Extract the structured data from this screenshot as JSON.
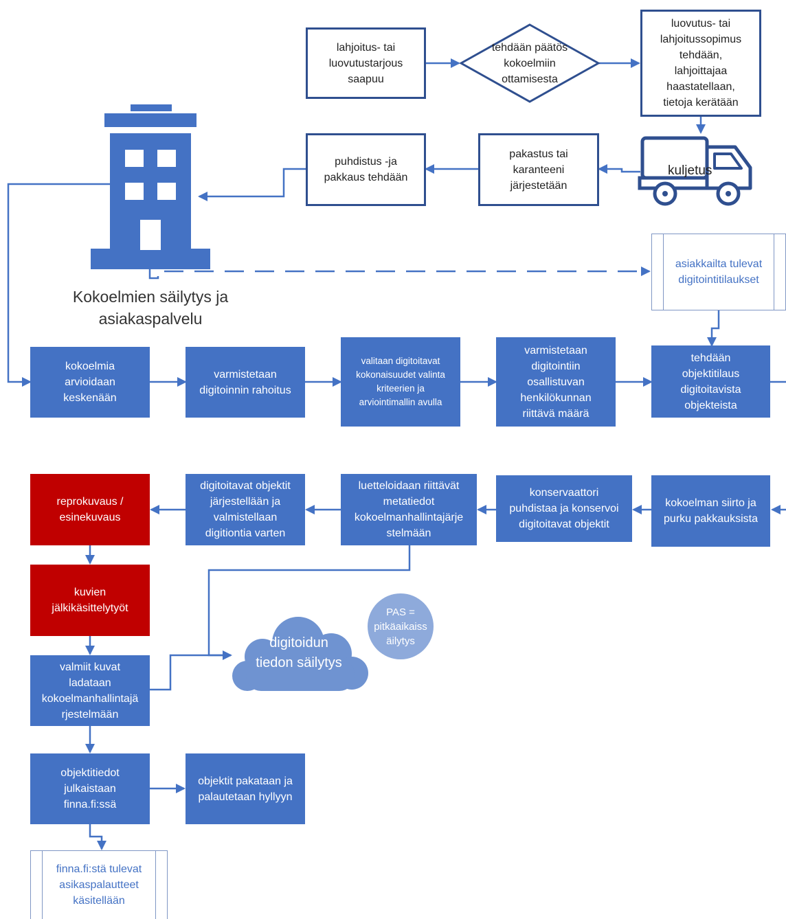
{
  "nodes": {
    "offer": "lahjoitus- tai\nluovutustarjous\nsaapuu",
    "decision": "tehdään päätös\nkokoelmiin\nottamisesta",
    "agreement": "luovutus- tai\nlahjoitussopimus\ntehdään,\nlahjoittajaa\nhaastatellaan,\ntietoja kerätään",
    "transport": "kuljetus",
    "quarantine": "pakastus tai\nkaranteeni\njärjestetään",
    "cleaning": "puhdistus -ja\npakkaus tehdään",
    "storage": "Kokoelmien säilytys ja\nasiakaspalvelu",
    "customer_orders": "asiakkailta tulevat\ndigitointitilaukset",
    "assess": "kokoelmia\narvioidaan\nkeskenään",
    "funding": "varmistetaan\ndigitoinnin rahoitus",
    "select": "valitaan digitoitavat\nkokonaisuudet valinta\nkriteerien ja\narviointimallin avulla",
    "staff": "varmistetaan\ndigitointiin\nosallistuvan\nhenkilökunnan\nriittävä määrä",
    "order": "tehdään\nobjektitilaus\ndigitoitavista\nobjekteista",
    "transfer": "kokoelman siirto ja\npurku pakkauksista",
    "conservator": "konservaattori\npuhdistaa ja konservoi\ndigitoitavat objektit",
    "catalog": "luetteloidaan riittävät\nmetatiedot\nkokoelmanhallintajärje\nstelmään",
    "arrange": "digitoitavat objektit\njärjestellään ja\nvalmistellaan\ndigitiontia varten",
    "repro": "reprokuvaus /\nesinekuvaus",
    "postprocess": "kuvien\njälkikäsittelytyöt",
    "upload": "valmiit kuvat\nladataan\nkokoelmanhallintajä\nrjestelmään",
    "publish": "objektitiedot\njulkaistaan\nfinna.fi:ssä",
    "return": "objektit pakataan ja\npalautetaan hyllyyn",
    "feedback": "finna.fi:stä tulevat\nasikaspalautteet\nkäsitellään",
    "cloud": "digitoidun\ntiedon säilytys",
    "pas": "PAS =\npitkäaikaiss\näilytys"
  },
  "colors": {
    "blue": "#4472c4",
    "red": "#c00000",
    "navy": "#2f4f8f",
    "cloud": "#6f93d1",
    "pas": "#8eaadb"
  },
  "icons": [
    "building-icon",
    "truck-icon",
    "cloud-icon"
  ]
}
